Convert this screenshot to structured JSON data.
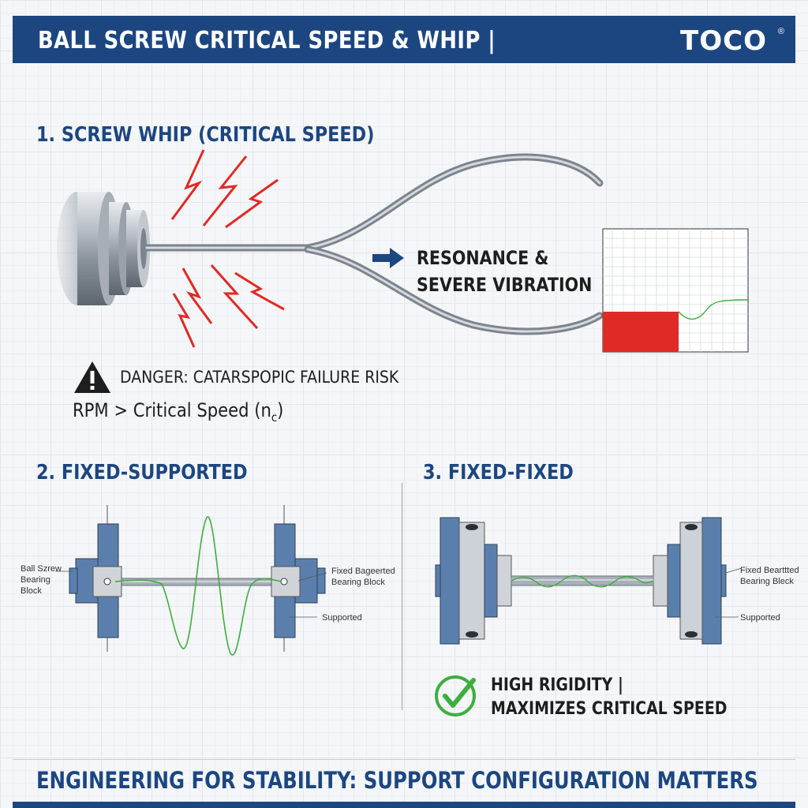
{
  "header": {
    "title": "BALL SCREW CRITICAL SPEED & WHIP |",
    "logo": "TOCO",
    "logo_mark": "®"
  },
  "section1": {
    "title": "1. SCREW WHIP (CRITICAL SPEED)",
    "resonance_line1": "RESONANCE &",
    "resonance_line2": "SEVERE VIBRATION",
    "danger": "DANGER: CATARSPOPIC FAILURE RISK",
    "rpm": "RPM > Critical Speed (n",
    "rpm_sub": "c",
    "rpm_close": ")"
  },
  "section2": {
    "title": "2. FIXED-SUPPORTED",
    "left_label": [
      "Ball Szrew",
      "Bearing",
      "Block"
    ],
    "right_label": [
      "Fixed Bageerted",
      "Bearing Block"
    ],
    "supported_label": "Supported"
  },
  "section3": {
    "title": "3. FIXED-FIXED",
    "right_label": [
      "Fixed Bearttted",
      "Bearing Bleck"
    ],
    "supported_label": "Supported",
    "rigidity_line1": "HIGH RIGIDITY |",
    "rigidity_line2": "MAXIMIZES CRITICAL SPEED"
  },
  "footer": {
    "title": "ENGINEERING FOR STABILITY: SUPPORT CONFIGURATION MATTERS"
  },
  "colors": {
    "brand_blue": "#1c4680",
    "danger_red": "#e02a26",
    "wave_green": "#3fae3f",
    "bearing_blue": "#5b7fad"
  },
  "icons": [
    "warning-icon",
    "checkmark-icon",
    "arrow-right-icon",
    "lightning-icon"
  ]
}
